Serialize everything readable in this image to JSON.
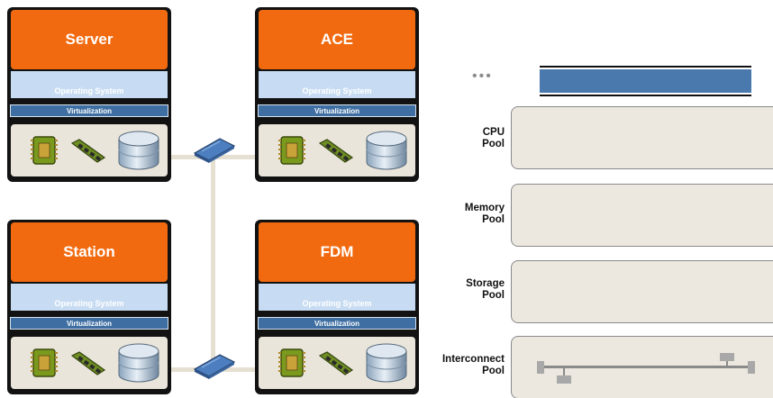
{
  "nodes": [
    {
      "title": "Server",
      "os_label": "Operating System",
      "virt_label": "Virtualization"
    },
    {
      "title": "ACE",
      "os_label": "Operating System",
      "virt_label": "Virtualization"
    },
    {
      "title": "Station",
      "os_label": "Operating System",
      "virt_label": "Virtualization"
    },
    {
      "title": "FDM",
      "os_label": "Operating System",
      "virt_label": "Virtualization"
    }
  ],
  "pools": {
    "ellipsis": "•••",
    "cpu": {
      "line1": "CPU",
      "line2": "Pool"
    },
    "memory": {
      "line1": "Memory",
      "line2": "Pool"
    },
    "storage": {
      "line1": "Storage",
      "line2": "Pool"
    },
    "interconnect": {
      "line1": "Interconnect",
      "line2": "Pool"
    }
  },
  "colors": {
    "title_orange": "#f26a0f",
    "os_blue": "#c7dcf2",
    "virt_blue": "#3f6fa2",
    "pool_fill": "#ece8df",
    "connector": "#e6e0d2"
  },
  "icons": [
    "cpu-chip-icon",
    "memory-module-icon",
    "disk-storage-icon",
    "network-switch-icon"
  ]
}
